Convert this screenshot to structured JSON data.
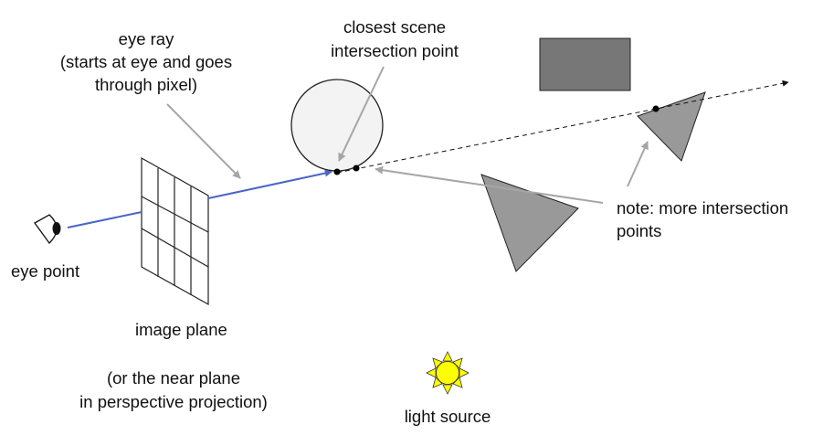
{
  "labels": {
    "eye_ray_1": "eye ray",
    "eye_ray_2": "(starts at eye and goes",
    "eye_ray_3": "through pixel)",
    "closest_1": "closest scene",
    "closest_2": "intersection point",
    "note_1": "note: more intersection",
    "note_2": "points",
    "eye_point": "eye point",
    "image_plane": "image plane",
    "near_1": "(or the near plane",
    "near_2": "in perspective projection)",
    "light_source": "light source"
  },
  "colors": {
    "ray": "#4a64c8",
    "shape_fill": "#999999",
    "rect_fill": "#777777",
    "sphere_fill": "#f3f3f3",
    "pointer": "#a6a6a6",
    "sun": "#ffff00"
  },
  "icons": {
    "eye": "eye-icon",
    "sun": "sun-icon"
  }
}
